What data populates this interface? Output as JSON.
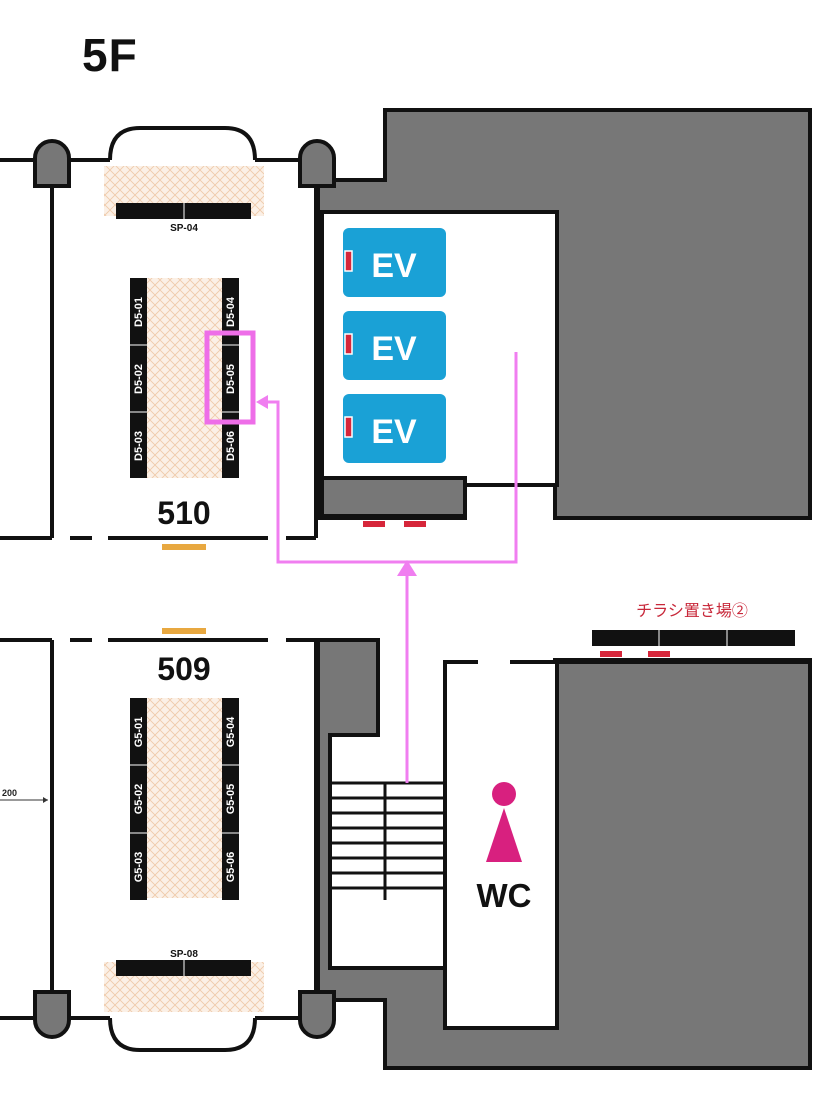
{
  "floor": "5F",
  "rooms": {
    "upper": "510",
    "lower": "509"
  },
  "boards": {
    "sp_top": "SP-04",
    "sp_bottom": "SP-08",
    "d_left": [
      "D5-01",
      "D5-02",
      "D5-03"
    ],
    "d_right": [
      "D5-04",
      "D5-05",
      "D5-06"
    ],
    "g_left": [
      "G5-01",
      "G5-02",
      "G5-03"
    ],
    "g_right": [
      "G5-04",
      "G5-05",
      "G5-06"
    ]
  },
  "highlighted_board": "D5-05",
  "elevators": [
    "EV",
    "EV",
    "EV"
  ],
  "restroom": "WC",
  "flyer_area": "チラシ置き場②",
  "dimension_label": "200",
  "colors": {
    "wall": "#111111",
    "service_core": "#777777",
    "elevator": "#1aa1d6",
    "route": "#f07ef0",
    "highlight": "#ee6ee8",
    "restroom_icon": "#d8207f",
    "flyer_text": "#c8283a",
    "door_marker": "#e8a840",
    "red_marker": "#d6263a"
  }
}
